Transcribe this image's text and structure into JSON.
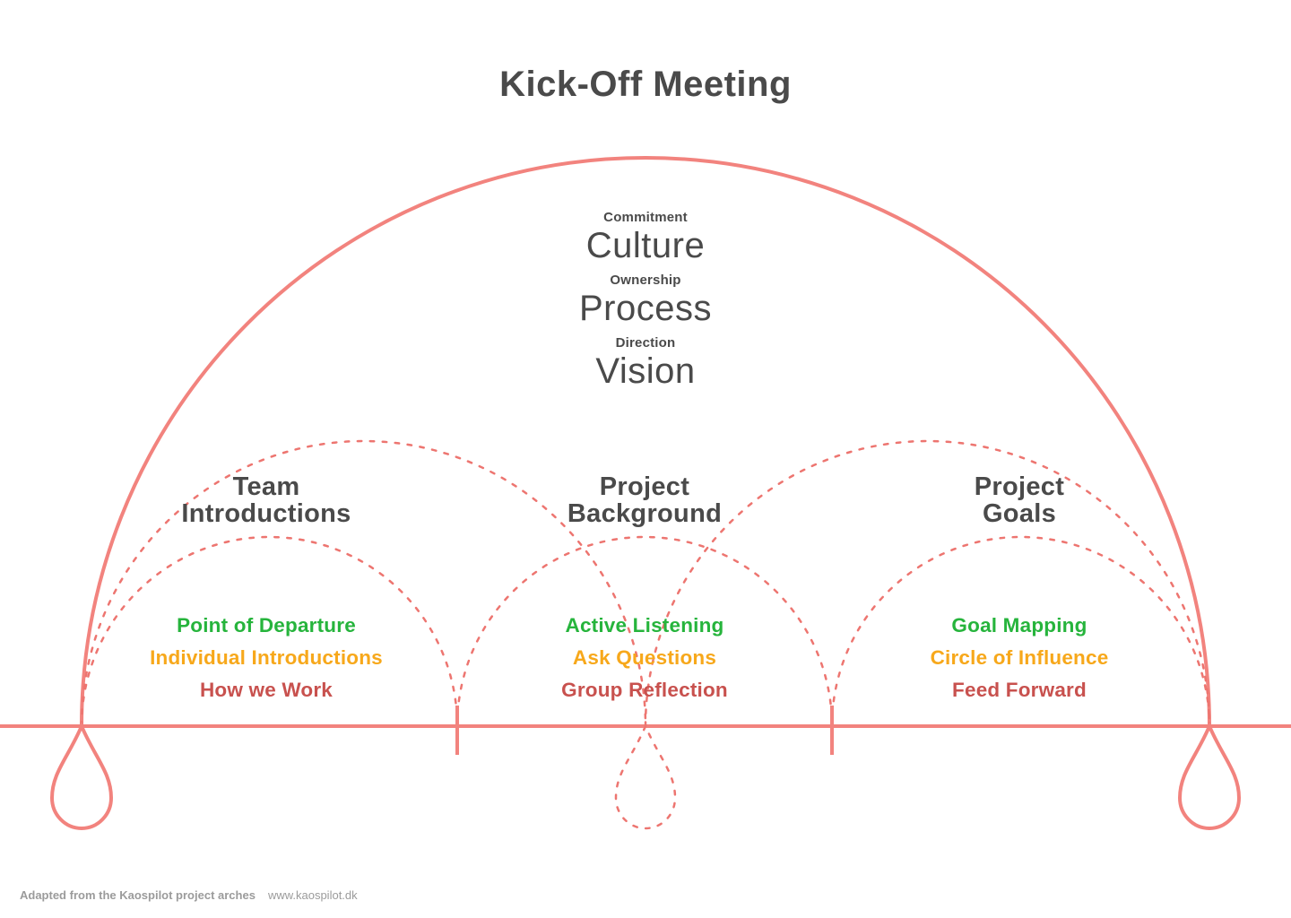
{
  "title": "Kick-Off Meeting",
  "arch_labels": {
    "pairs": [
      {
        "small": "Commitment",
        "large": "Culture"
      },
      {
        "small": "Ownership",
        "large": "Process"
      },
      {
        "small": "Direction",
        "large": "Vision"
      }
    ]
  },
  "sections": [
    {
      "heading": [
        "Team",
        "Introductions"
      ],
      "items": [
        {
          "label": "Point of Departure",
          "color": "green"
        },
        {
          "label": "Individual Introductions",
          "color": "amber"
        },
        {
          "label": "How we Work",
          "color": "red"
        }
      ]
    },
    {
      "heading": [
        "Project",
        "Background"
      ],
      "items": [
        {
          "label": "Active Listening",
          "color": "green"
        },
        {
          "label": "Ask Questions",
          "color": "amber"
        },
        {
          "label": "Group Reflection",
          "color": "red"
        }
      ]
    },
    {
      "heading": [
        "Project",
        "Goals"
      ],
      "items": [
        {
          "label": "Goal Mapping",
          "color": "green"
        },
        {
          "label": "Circle of Influence",
          "color": "amber"
        },
        {
          "label": "Feed Forward",
          "color": "red"
        }
      ]
    }
  ],
  "footer": {
    "credit": "Adapted from the Kaospilot project arches",
    "link": "www.kaospilot.dk"
  },
  "colors": {
    "arch_solid": "#F2837E",
    "arch_dashed": "#ED7570",
    "heading_text": "#4A4A4A",
    "green": "#26B43C",
    "amber": "#F7A81B",
    "red": "#C8514E",
    "footer_gray": "#9B9B9B"
  }
}
